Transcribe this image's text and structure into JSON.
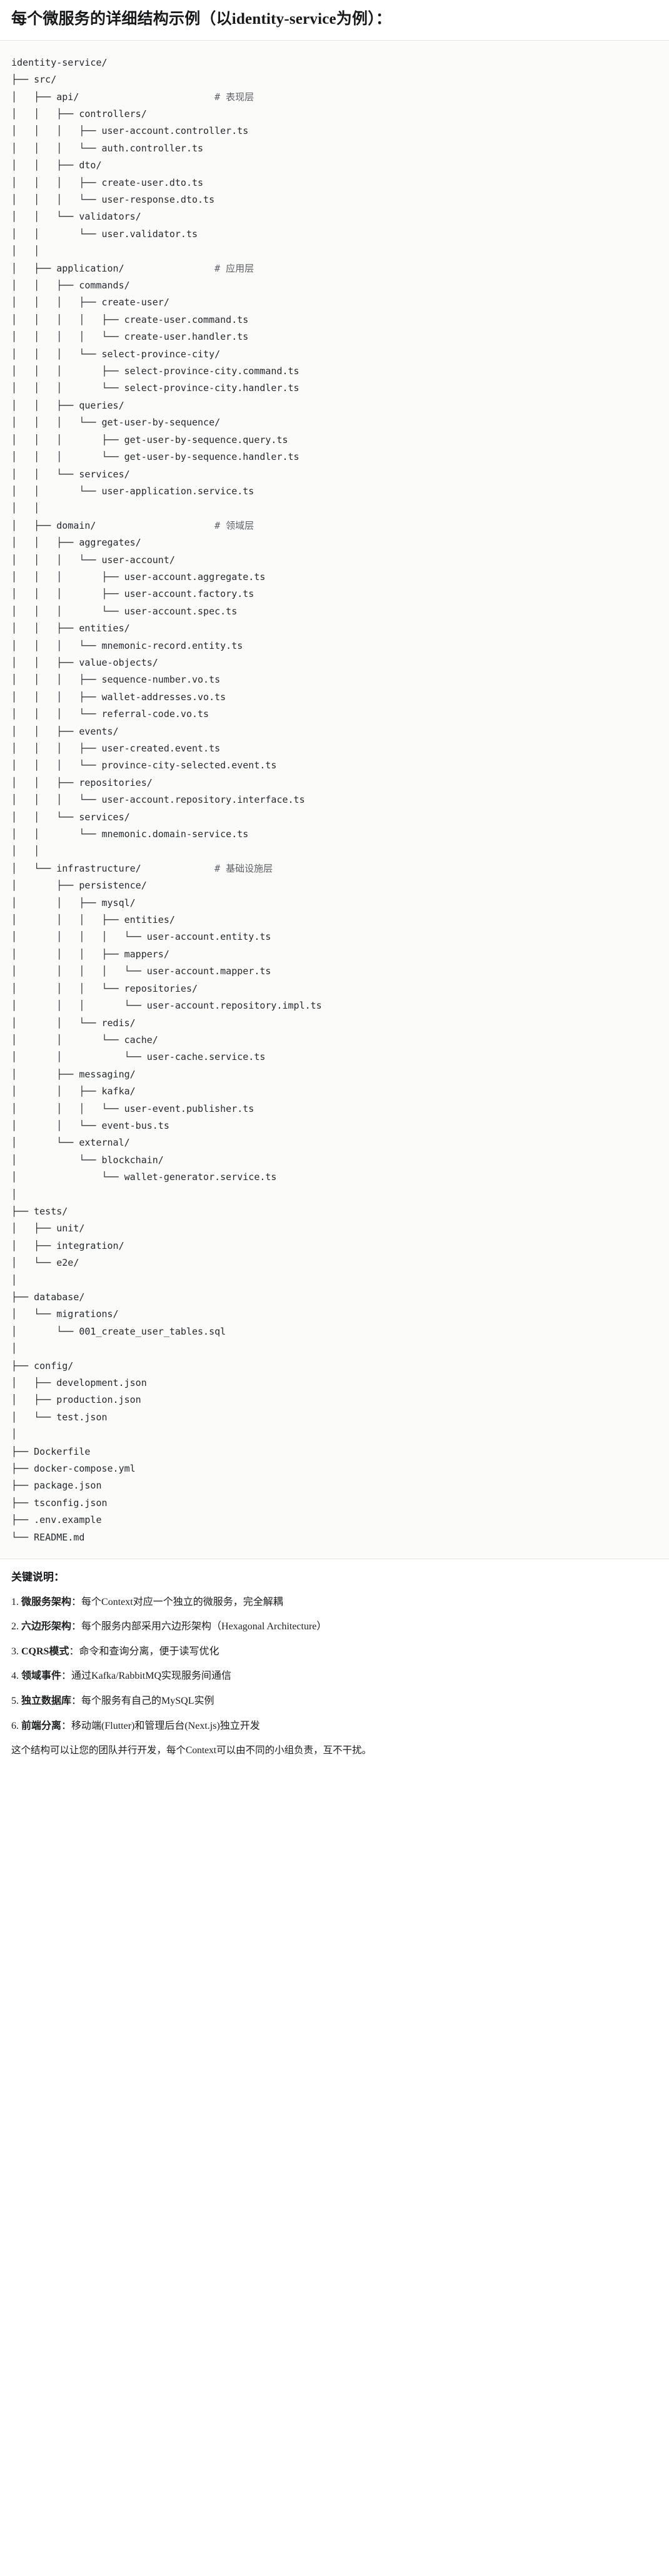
{
  "document": {
    "heading": "每个微服务的详细结构示例（以identity-service为例）：",
    "tree_root": "identity-service/",
    "tree_lines": [
      {
        "text": "identity-service/",
        "comment": ""
      },
      {
        "text": "├── src/",
        "comment": ""
      },
      {
        "text": "│   ├── api/",
        "comment": "# 表现层"
      },
      {
        "text": "│   │   ├── controllers/",
        "comment": ""
      },
      {
        "text": "│   │   │   ├── user-account.controller.ts",
        "comment": ""
      },
      {
        "text": "│   │   │   └── auth.controller.ts",
        "comment": ""
      },
      {
        "text": "│   │   ├── dto/",
        "comment": ""
      },
      {
        "text": "│   │   │   ├── create-user.dto.ts",
        "comment": ""
      },
      {
        "text": "│   │   │   └── user-response.dto.ts",
        "comment": ""
      },
      {
        "text": "│   │   └── validators/",
        "comment": ""
      },
      {
        "text": "│   │       └── user.validator.ts",
        "comment": ""
      },
      {
        "text": "│   │",
        "comment": ""
      },
      {
        "text": "│   ├── application/",
        "comment": "# 应用层"
      },
      {
        "text": "│   │   ├── commands/",
        "comment": ""
      },
      {
        "text": "│   │   │   ├── create-user/",
        "comment": ""
      },
      {
        "text": "│   │   │   │   ├── create-user.command.ts",
        "comment": ""
      },
      {
        "text": "│   │   │   │   └── create-user.handler.ts",
        "comment": ""
      },
      {
        "text": "│   │   │   └── select-province-city/",
        "comment": ""
      },
      {
        "text": "│   │   │       ├── select-province-city.command.ts",
        "comment": ""
      },
      {
        "text": "│   │   │       └── select-province-city.handler.ts",
        "comment": ""
      },
      {
        "text": "│   │   ├── queries/",
        "comment": ""
      },
      {
        "text": "│   │   │   └── get-user-by-sequence/",
        "comment": ""
      },
      {
        "text": "│   │   │       ├── get-user-by-sequence.query.ts",
        "comment": ""
      },
      {
        "text": "│   │   │       └── get-user-by-sequence.handler.ts",
        "comment": ""
      },
      {
        "text": "│   │   └── services/",
        "comment": ""
      },
      {
        "text": "│   │       └── user-application.service.ts",
        "comment": ""
      },
      {
        "text": "│   │",
        "comment": ""
      },
      {
        "text": "│   ├── domain/",
        "comment": "# 领域层"
      },
      {
        "text": "│   │   ├── aggregates/",
        "comment": ""
      },
      {
        "text": "│   │   │   └── user-account/",
        "comment": ""
      },
      {
        "text": "│   │   │       ├── user-account.aggregate.ts",
        "comment": ""
      },
      {
        "text": "│   │   │       ├── user-account.factory.ts",
        "comment": ""
      },
      {
        "text": "│   │   │       └── user-account.spec.ts",
        "comment": ""
      },
      {
        "text": "│   │   ├── entities/",
        "comment": ""
      },
      {
        "text": "│   │   │   └── mnemonic-record.entity.ts",
        "comment": ""
      },
      {
        "text": "│   │   ├── value-objects/",
        "comment": ""
      },
      {
        "text": "│   │   │   ├── sequence-number.vo.ts",
        "comment": ""
      },
      {
        "text": "│   │   │   ├── wallet-addresses.vo.ts",
        "comment": ""
      },
      {
        "text": "│   │   │   └── referral-code.vo.ts",
        "comment": ""
      },
      {
        "text": "│   │   ├── events/",
        "comment": ""
      },
      {
        "text": "│   │   │   ├── user-created.event.ts",
        "comment": ""
      },
      {
        "text": "│   │   │   └── province-city-selected.event.ts",
        "comment": ""
      },
      {
        "text": "│   │   ├── repositories/",
        "comment": ""
      },
      {
        "text": "│   │   │   └── user-account.repository.interface.ts",
        "comment": ""
      },
      {
        "text": "│   │   └── services/",
        "comment": ""
      },
      {
        "text": "│   │       └── mnemonic.domain-service.ts",
        "comment": ""
      },
      {
        "text": "│   │",
        "comment": ""
      },
      {
        "text": "│   └── infrastructure/",
        "comment": "# 基础设施层"
      },
      {
        "text": "│       ├── persistence/",
        "comment": ""
      },
      {
        "text": "│       │   ├── mysql/",
        "comment": ""
      },
      {
        "text": "│       │   │   ├── entities/",
        "comment": ""
      },
      {
        "text": "│       │   │   │   └── user-account.entity.ts",
        "comment": ""
      },
      {
        "text": "│       │   │   ├── mappers/",
        "comment": ""
      },
      {
        "text": "│       │   │   │   └── user-account.mapper.ts",
        "comment": ""
      },
      {
        "text": "│       │   │   └── repositories/",
        "comment": ""
      },
      {
        "text": "│       │   │       └── user-account.repository.impl.ts",
        "comment": ""
      },
      {
        "text": "│       │   └── redis/",
        "comment": ""
      },
      {
        "text": "│       │       └── cache/",
        "comment": ""
      },
      {
        "text": "│       │           └── user-cache.service.ts",
        "comment": ""
      },
      {
        "text": "│       ├── messaging/",
        "comment": ""
      },
      {
        "text": "│       │   ├── kafka/",
        "comment": ""
      },
      {
        "text": "│       │   │   └── user-event.publisher.ts",
        "comment": ""
      },
      {
        "text": "│       │   └── event-bus.ts",
        "comment": ""
      },
      {
        "text": "│       └── external/",
        "comment": ""
      },
      {
        "text": "│           └── blockchain/",
        "comment": ""
      },
      {
        "text": "│               └── wallet-generator.service.ts",
        "comment": ""
      },
      {
        "text": "│",
        "comment": ""
      },
      {
        "text": "├── tests/",
        "comment": ""
      },
      {
        "text": "│   ├── unit/",
        "comment": ""
      },
      {
        "text": "│   ├── integration/",
        "comment": ""
      },
      {
        "text": "│   └── e2e/",
        "comment": ""
      },
      {
        "text": "│",
        "comment": ""
      },
      {
        "text": "├── database/",
        "comment": ""
      },
      {
        "text": "│   └── migrations/",
        "comment": ""
      },
      {
        "text": "│       └── 001_create_user_tables.sql",
        "comment": ""
      },
      {
        "text": "│",
        "comment": ""
      },
      {
        "text": "├── config/",
        "comment": ""
      },
      {
        "text": "│   ├── development.json",
        "comment": ""
      },
      {
        "text": "│   ├── production.json",
        "comment": ""
      },
      {
        "text": "│   └── test.json",
        "comment": ""
      },
      {
        "text": "│",
        "comment": ""
      },
      {
        "text": "├── Dockerfile",
        "comment": ""
      },
      {
        "text": "├── docker-compose.yml",
        "comment": ""
      },
      {
        "text": "├── package.json",
        "comment": ""
      },
      {
        "text": "├── tsconfig.json",
        "comment": ""
      },
      {
        "text": "├── .env.example",
        "comment": ""
      },
      {
        "text": "└── README.md",
        "comment": ""
      }
    ],
    "notes_title": "关键说明：",
    "notes": [
      {
        "num": "1.",
        "term": "微服务架构",
        "sep": "：",
        "body": "每个Context对应一个独立的微服务，完全解耦"
      },
      {
        "num": "2.",
        "term": "六边形架构",
        "sep": "：",
        "body": "每个服务内部采用六边形架构（Hexagonal Architecture）"
      },
      {
        "num": "3.",
        "term": "CQRS模式",
        "sep": "：",
        "body": "命令和查询分离，便于读写优化"
      },
      {
        "num": "4.",
        "term": "领域事件",
        "sep": "：",
        "body": "通过Kafka/RabbitMQ实现服务间通信"
      },
      {
        "num": "5.",
        "term": "独立数据库",
        "sep": "：",
        "body": "每个服务有自己的MySQL实例"
      },
      {
        "num": "6.",
        "term": "前端分离",
        "sep": "：",
        "body": "移动端(Flutter)和管理后台(Next.js)独立开发"
      }
    ],
    "closing": "这个结构可以让您的团队并行开发，每个Context可以由不同的小组负责，互不干扰。"
  },
  "colors": {
    "code_background": "#fbfbf9",
    "code_text": "#24292f",
    "comment_text": "#5b6268",
    "page_background": "#ffffff",
    "rule": "#e6e6e6"
  }
}
